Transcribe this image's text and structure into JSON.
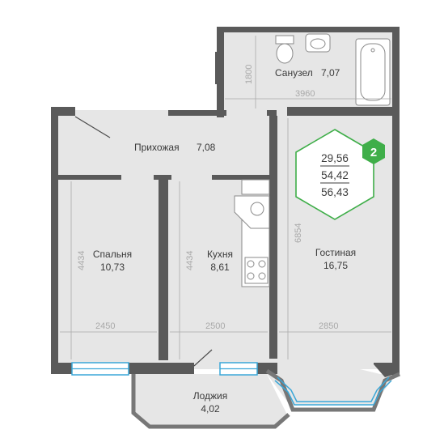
{
  "rooms": {
    "bathroom": {
      "name": "Санузел",
      "area": "7,07"
    },
    "hallway": {
      "name": "Прихожая",
      "area": "7,08"
    },
    "bedroom": {
      "name": "Спальня",
      "area": "10,73"
    },
    "kitchen": {
      "name": "Кухня",
      "area": "8,61"
    },
    "living": {
      "name": "Гостиная",
      "area": "16,75"
    },
    "loggia": {
      "name": "Лоджия",
      "area": "4,02"
    }
  },
  "dimensions": {
    "bath_height": "1800",
    "bath_width": "3960",
    "bedroom_height": "4434",
    "kitchen_height": "4434",
    "living_height": "6854",
    "bedroom_width": "2450",
    "kitchen_width": "2500",
    "living_width": "2850"
  },
  "summary": {
    "living_area": "29,56",
    "total_area": "54,42",
    "total_with_loggia": "56,43",
    "rooms_count": "2"
  },
  "colors": {
    "wall": "#5a5a5a",
    "floor": "#e6e6e6",
    "window": "#3aa7d8",
    "accent": "#3fae49",
    "dimension": "#a9a9a9"
  }
}
